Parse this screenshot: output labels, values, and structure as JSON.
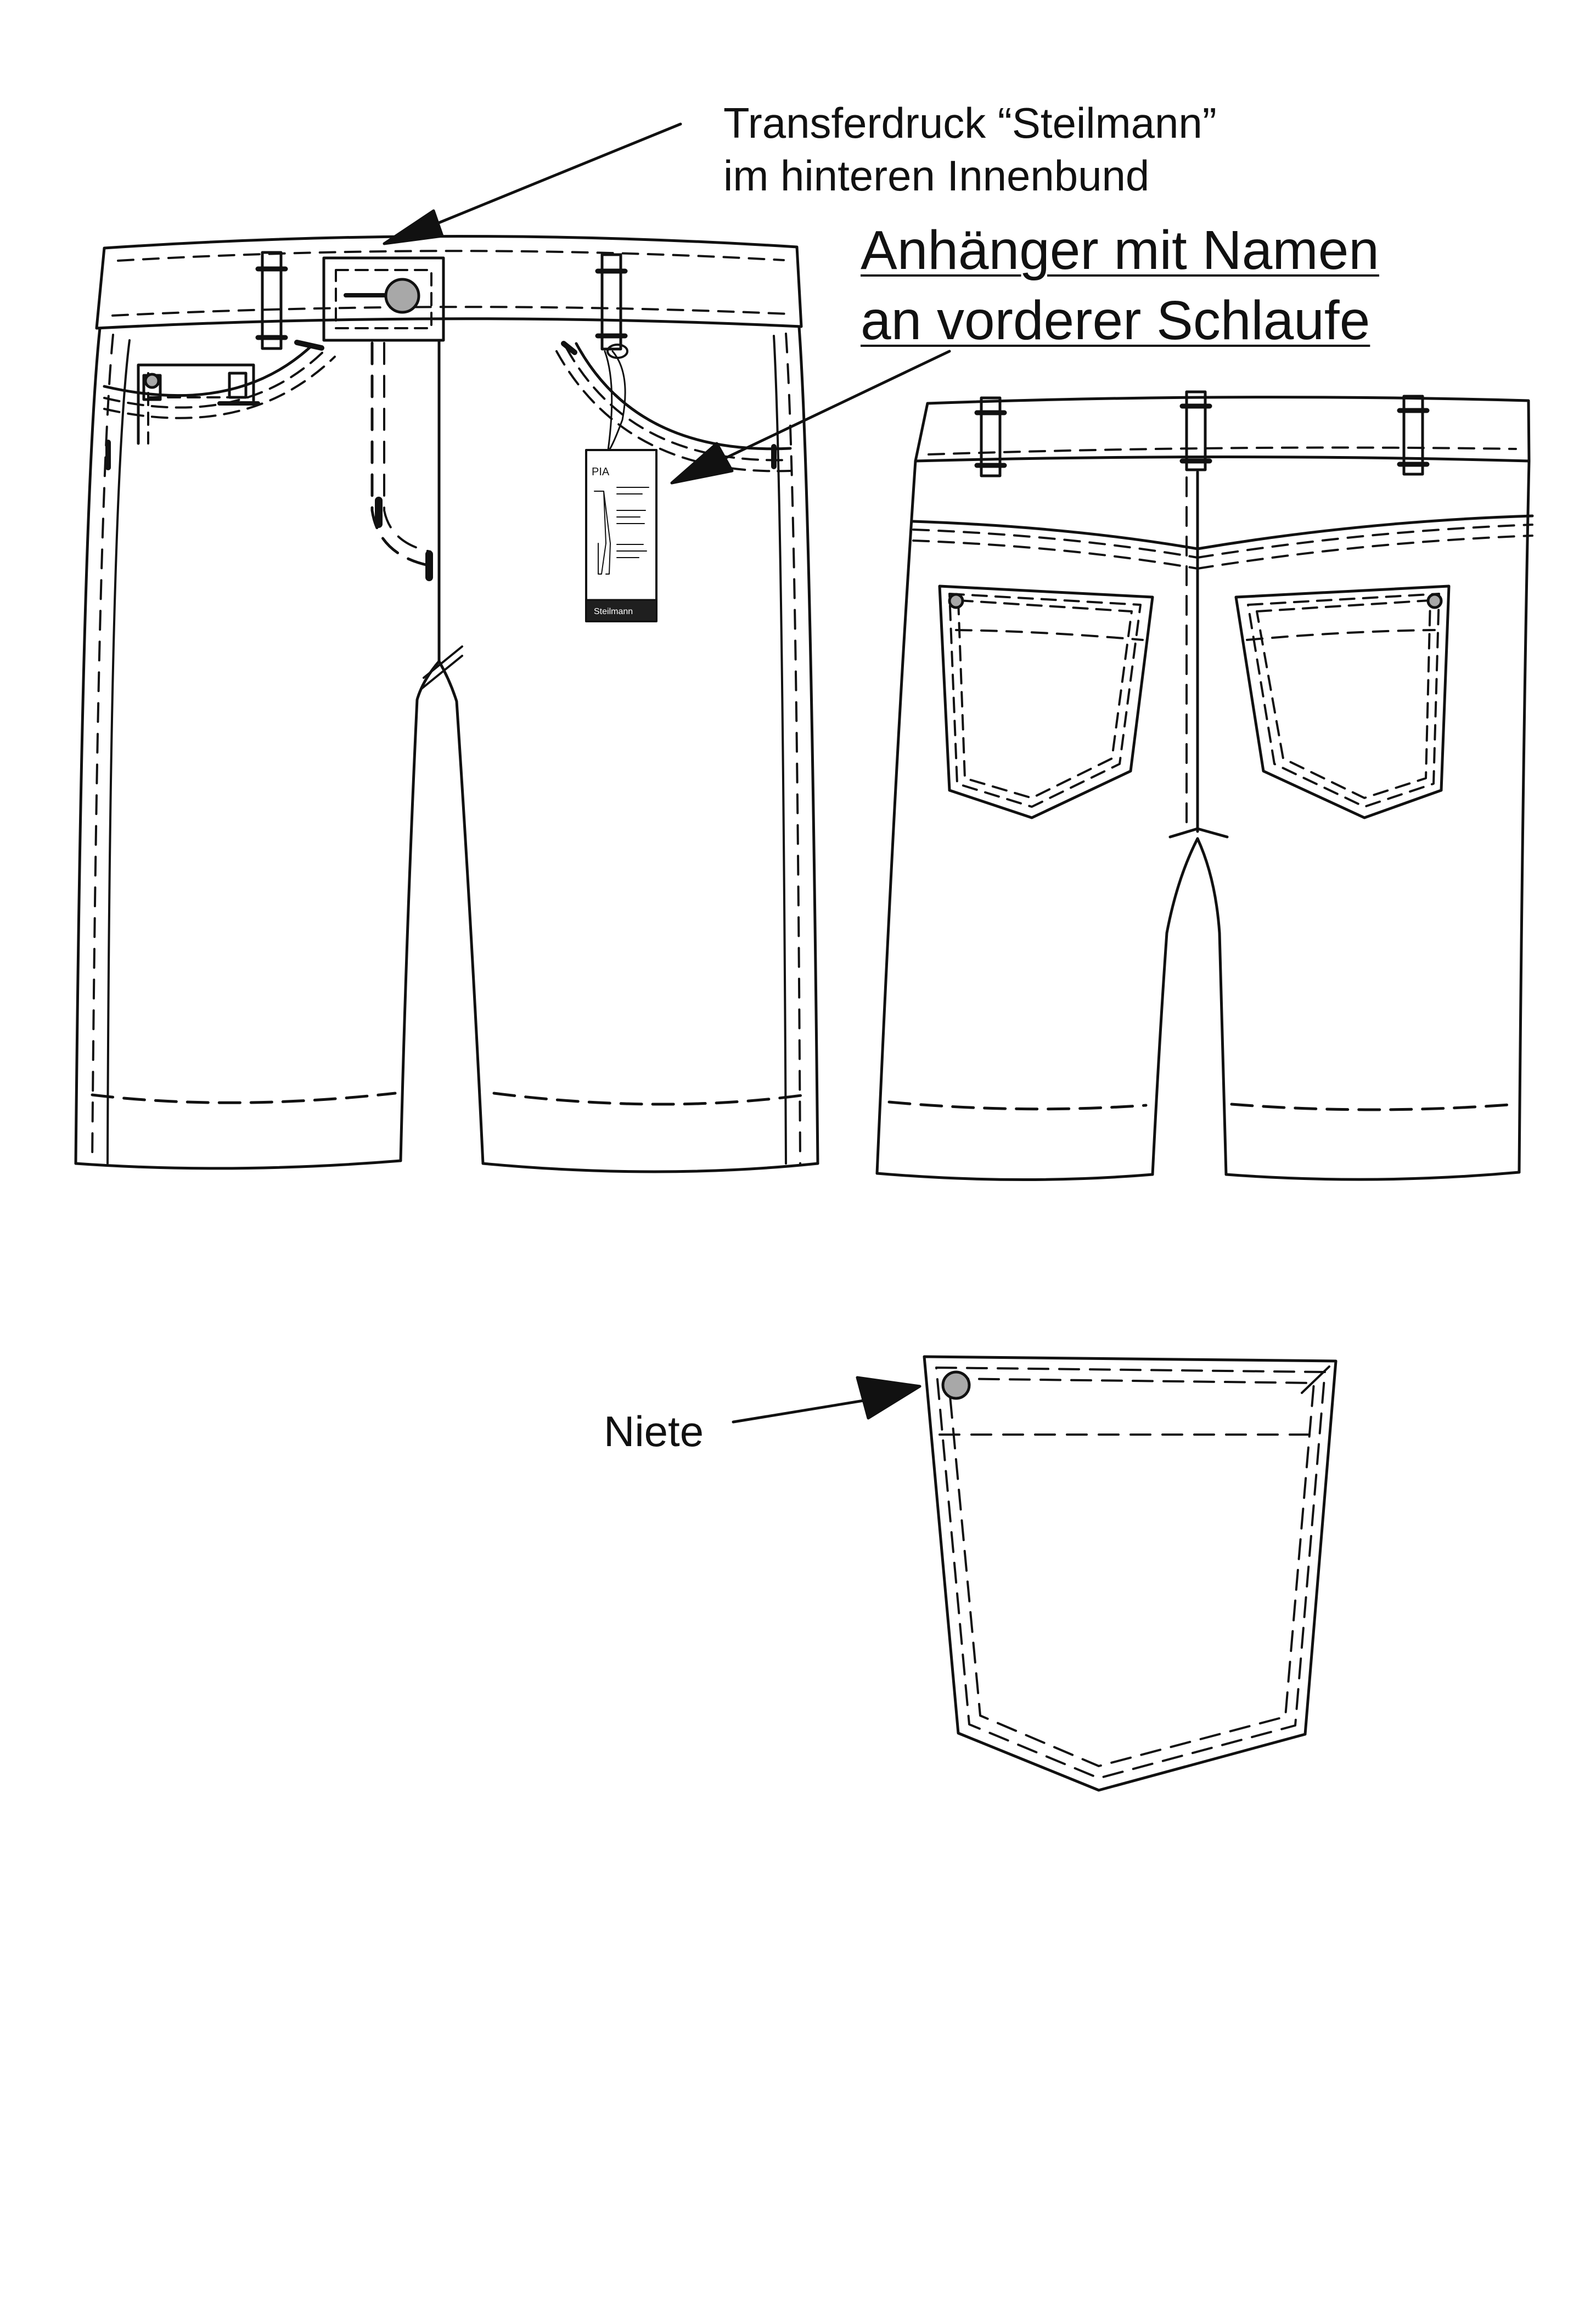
{
  "labels": {
    "transfer_line1": "Transferdruck “Steilmann”",
    "transfer_line2": "im hinteren Innenbund",
    "tag_line1": "Anhänger mit Namen",
    "tag_line2": "an vorderer Schlaufe",
    "niete": "Niete"
  },
  "hangtag": {
    "title": "PIA",
    "brand": "Steilmann"
  },
  "colors": {
    "line": "#111111",
    "rivet_fill": "#a8a8a8",
    "background": "#ffffff"
  }
}
